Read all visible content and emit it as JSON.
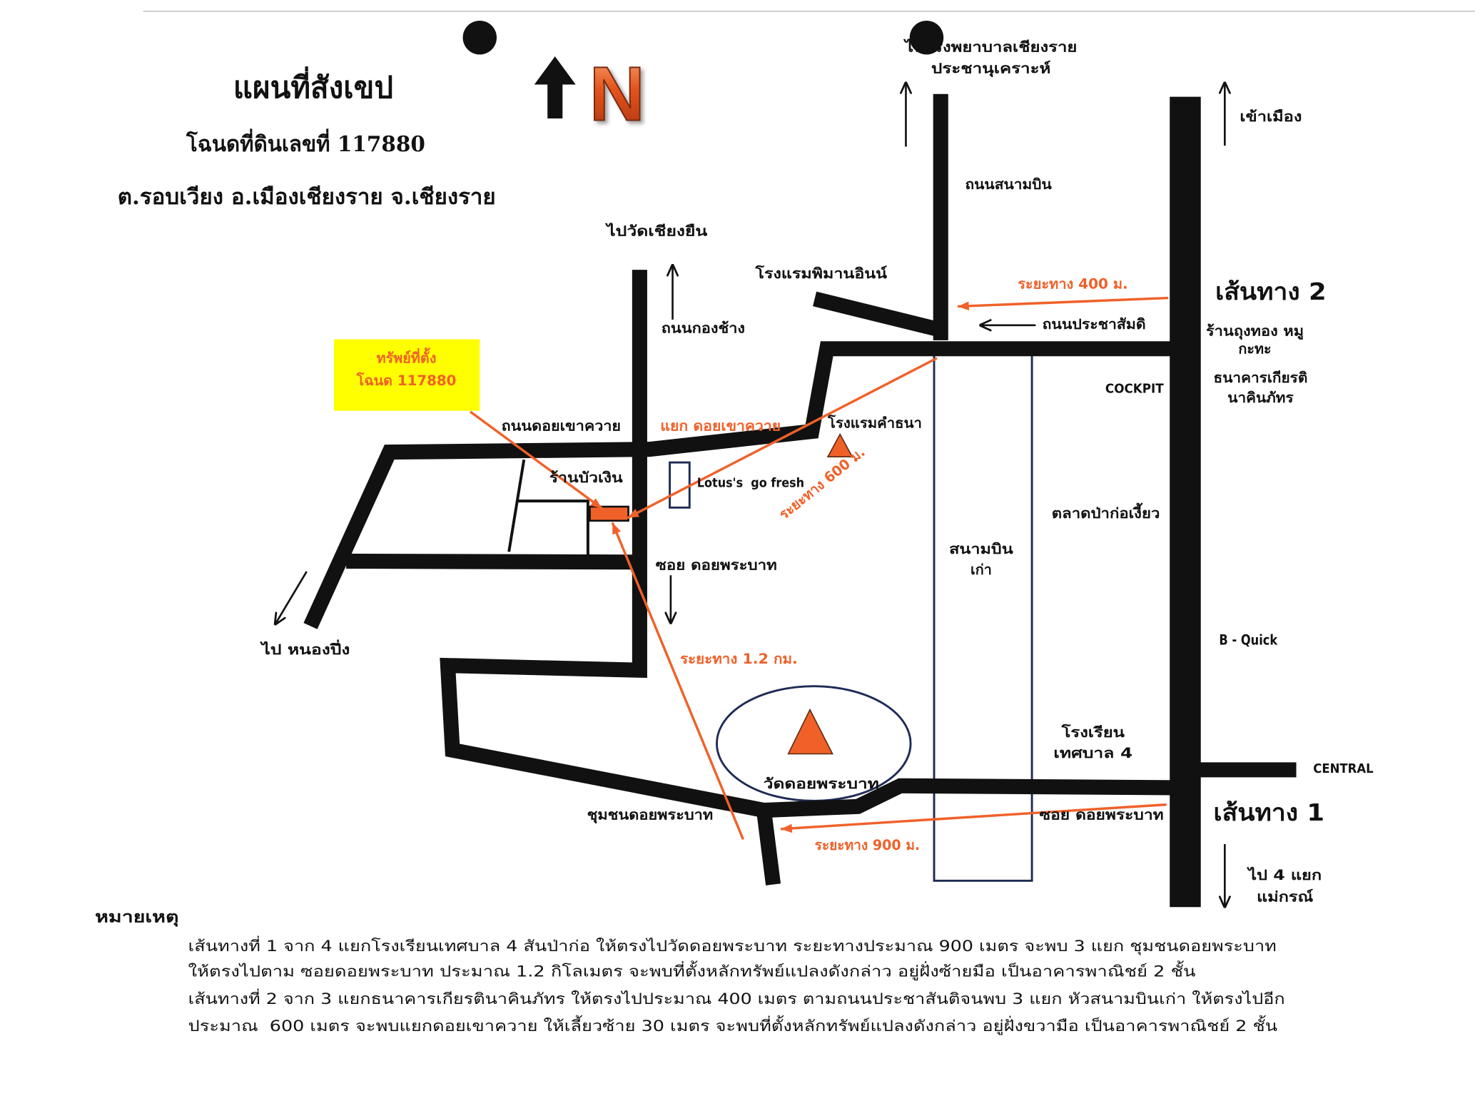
{
  "title": {
    "main": "แผนที่สังเขป",
    "deed": "โฉนดที่ดินเลขที่ 117880",
    "location": "ต.รอบเวียง อ.เมืองเชียงราย จ.เชียงราย"
  },
  "compass": {
    "label": "N",
    "icon": "north-arrow-icon"
  },
  "property_callout": {
    "line1": "ทรัพย์ที่ตั้ง",
    "line2": "โฉนด 117880"
  },
  "places": {
    "hospital_line1": "ไปโรงพยาบาลเชียงราย",
    "hospital_line2": "ประชานุเคราะห์",
    "to_city": "เข้าเมือง",
    "pimarn_inn": "โรงแรมพิมานอินน์",
    "to_wat_chiang_yuen": "ไปวัดเชียงยืน",
    "tung_thong_line1": "ร้านถุงทอง หมู",
    "tung_thong_line2": "กะทะ",
    "kiatnakin_line1": "ธนาคารเกียรติ",
    "kiatnakin_line2": "นาคินภัทร",
    "cockpit": "COCKPIT",
    "doi_khao_khwai_junction": "แยก ดอยเขาควาย",
    "khamthana_hotel": "โรงแรมคำธนา",
    "bua_ngern_shop": "ร้านบัวเงิน",
    "lotus": "Lotus's  go fresh",
    "market": "ตลาดป่าก่อเงี้ยว",
    "old_airport_line1": "สนามบิน",
    "old_airport_line2": "เก่า",
    "to_nong_pueng": "ไป หนองปึ่ง",
    "b_quick": "B - Quick",
    "school_line1": "โรงเรียน",
    "school_line2": "เทศบาล 4",
    "central": "CENTRAL",
    "wat_doi_phra_bat": "วัดดอยพระบาท",
    "doi_phra_bat_community": "ชุมชนดอยพระบาท",
    "to_4_junction_line1": "ไป 4 แยก",
    "to_4_junction_line2": "แม่กรณ์"
  },
  "roads": {
    "airport_road": "ถนนสนามบิน",
    "prachasanti_road": "ถนนประชาสัมดิ",
    "kong_chang_road": "ถนนกองช้าง",
    "doi_khao_khwai_road": "ถนนดอยเขาควาย",
    "soi_doi_phra_bat_west": "ซอย ดอยพระบาท",
    "soi_doi_phra_bat_east": "ซอย ดอยพระบาท"
  },
  "routes": {
    "route1": "เส้นทาง 1",
    "route2": "เส้นทาง 2"
  },
  "distances": {
    "d400": "ระยะทาง 400 ม.",
    "d600": "ระยะทาง 600 ม.",
    "d1200": "ระยะทาง 1.2 กม.",
    "d900": "ระยะทาง 900 ม."
  },
  "notes": {
    "heading": "หมายเหตุ",
    "lines": [
      "เส้นทางที่ 1 จาก 4 แยกโรงเรียนเทศบาล 4 สันป่าก่อ ให้ตรงไปวัดดอยพระบาท ระยะทางประมาณ 900 เมตร จะพบ 3 แยก ชุมชนดอยพระบาท",
      "ให้ตรงไปตาม ซอยดอยพระบาท ประมาณ 1.2 กิโลเมตร จะพบที่ตั้งหลักทรัพย์แปลงดังกล่าว อยู่ฝั่งซ้ายมือ เป็นอาคารพาณิชย์ 2 ชั้น",
      "เส้นทางที่ 2 จาก 3 แยกธนาคารเกียรตินาคินภัทร ให้ตรงไปประมาณ 400 เมตร ตามถนนประชาสันติจนพบ 3 แยก หัวสนามบินเก่า ให้ตรงไปอีก",
      "ประมาณ  600 เมตร จะพบแยกดอยเขาควาย ให้เลี้ยวซ้าย 30 เมตร จะพบที่ตั้งหลักทรัพย์แปลงดังกล่าว อยู่ฝั่งขวามือ เป็นอาคารพาณิชย์ 2 ชั้น"
    ]
  },
  "colors": {
    "ink": "#111111",
    "route_orange": "#f0612a",
    "callout_yellow": "#ffff00",
    "outline_navy": "#1e2b55",
    "north_orange": "#e4531c"
  },
  "icons": {
    "landmark": "triangle-marker-icon",
    "binder_hole": "dot-icon",
    "direction": "arrow-icon"
  }
}
